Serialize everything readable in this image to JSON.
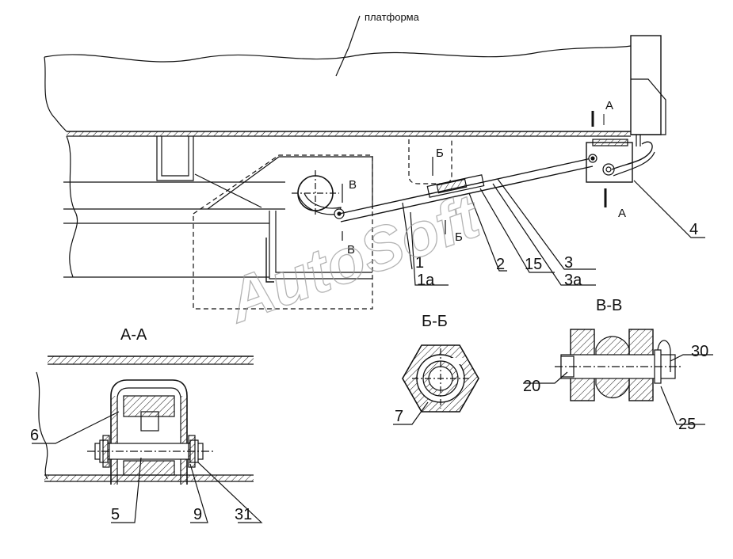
{
  "drawing": {
    "platform_caption": "платформа",
    "watermark": "AutoSoft",
    "section_views": {
      "aa": "А-А",
      "bb": "Б-Б",
      "vv": "В-В"
    },
    "cut_marks": {
      "a_top": "А",
      "a_bottom": "А",
      "b_top": "Б",
      "b_bottom": "Б",
      "v_top": "В",
      "v_bottom": "В"
    },
    "part_numbers": {
      "p1": "1",
      "p1a": "1а",
      "p2": "2",
      "p15": "15",
      "p3": "3",
      "p3a": "3а",
      "p4": "4",
      "p5": "5",
      "p6": "6",
      "p7": "7",
      "p9": "9",
      "p20": "20",
      "p25": "25",
      "p30": "30",
      "p31": "31"
    }
  }
}
